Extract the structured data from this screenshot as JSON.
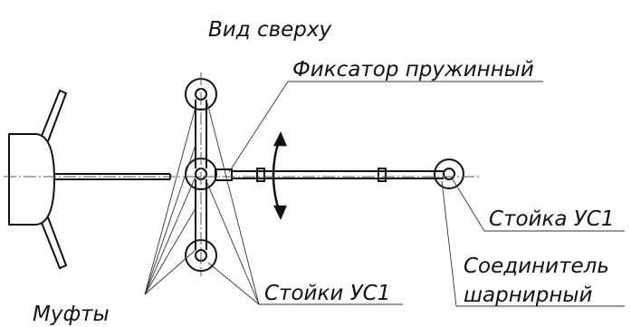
{
  "drawing": {
    "title": "Вид сверху",
    "labels": {
      "spring_lock": "Фиксатор пружинный",
      "post_single": "Стойка УС1",
      "connector_line1": "Соединитель",
      "connector_line2": "шарнирный",
      "posts_multi": "Стойки УС1",
      "couplings": "Муфты"
    },
    "colors": {
      "line": "#111111",
      "leader": "#333333",
      "background": "#ffffff"
    },
    "icons": {
      "rotation": "double-headed-curved-arrow-icon"
    }
  }
}
